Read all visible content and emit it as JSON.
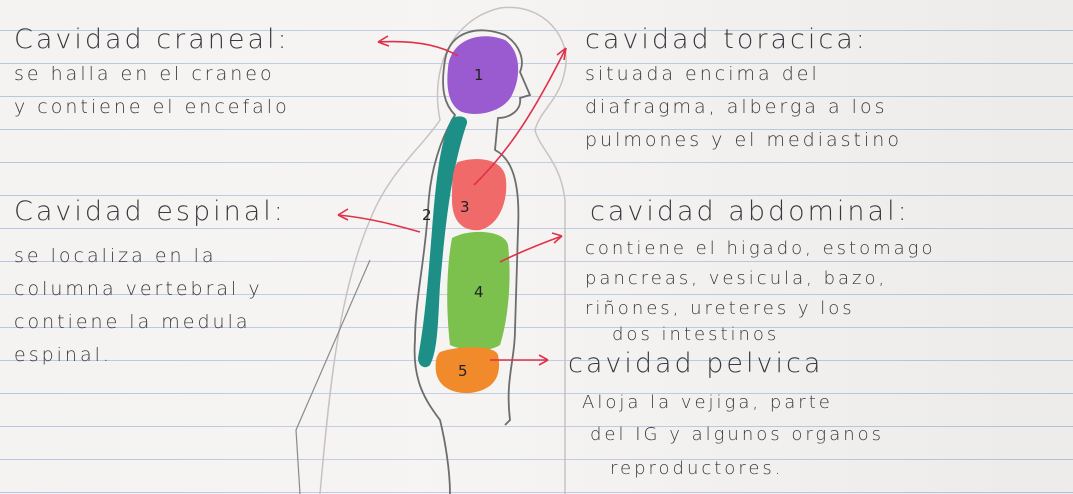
{
  "cranial": {
    "title": "Cavidad craneal:",
    "lines": [
      "se halla en el craneo",
      "y contiene el encefalo"
    ]
  },
  "thoracic": {
    "title": "cavidad toracica:",
    "lines": [
      "situada encima del",
      "diafragma, alberga a los",
      "pulmones y el mediastino"
    ]
  },
  "spinal": {
    "title": "Cavidad espinal:",
    "lines": [
      "se localiza en la",
      "columna vertebral y",
      "contiene la medula",
      "espinal."
    ]
  },
  "abdominal": {
    "title": "cavidad abdominal:",
    "lines": [
      "contiene el higado, estomago",
      "pancreas, vesicula, bazo,",
      "riñones, ureteres y los",
      "dos intestinos"
    ]
  },
  "pelvic": {
    "title": "cavidad pelvica",
    "lines": [
      "Aloja la vejiga, parte",
      "del IG y algunos organos",
      "reproductores."
    ]
  },
  "figure": {
    "labels": [
      "1",
      "2",
      "3",
      "4",
      "5"
    ],
    "colors": {
      "cranial": "#9b5bd0",
      "spinal": "#1e8f86",
      "thoracic": "#f06a6a",
      "abdominal": "#7cc04e",
      "pelvic": "#f08a2a",
      "arrow": "#e0304a",
      "outline": "#6d6d6d"
    }
  }
}
